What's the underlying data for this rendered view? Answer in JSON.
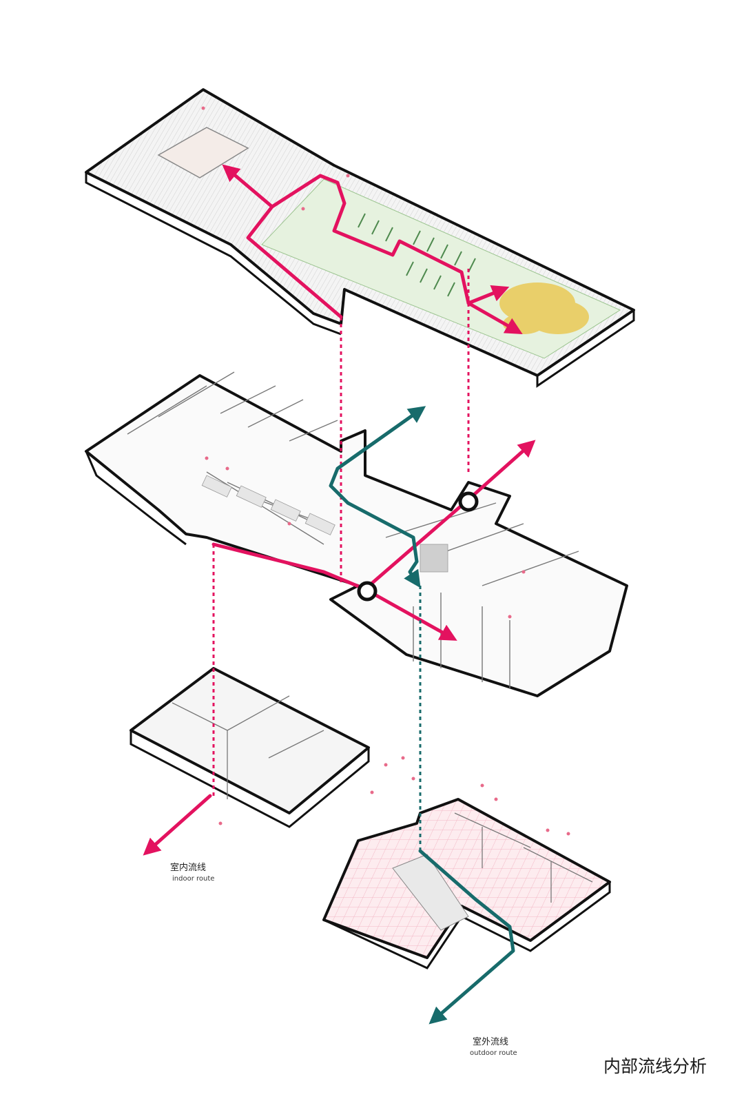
{
  "title": "内部流线分析",
  "legend": {
    "indoor": {
      "zh": "室内流线",
      "en": "indoor route"
    },
    "outdoor": {
      "zh": "室外流线",
      "en": "outdoor route"
    }
  },
  "colors": {
    "indoor_route": "#e3125f",
    "outdoor_route": "#176b6b",
    "outline": "#111111",
    "plan_fill": "#f3f3f3",
    "garden_fill": "#e6f2df",
    "people": "#e86a8a",
    "sunflower": "#e9cf6a"
  }
}
